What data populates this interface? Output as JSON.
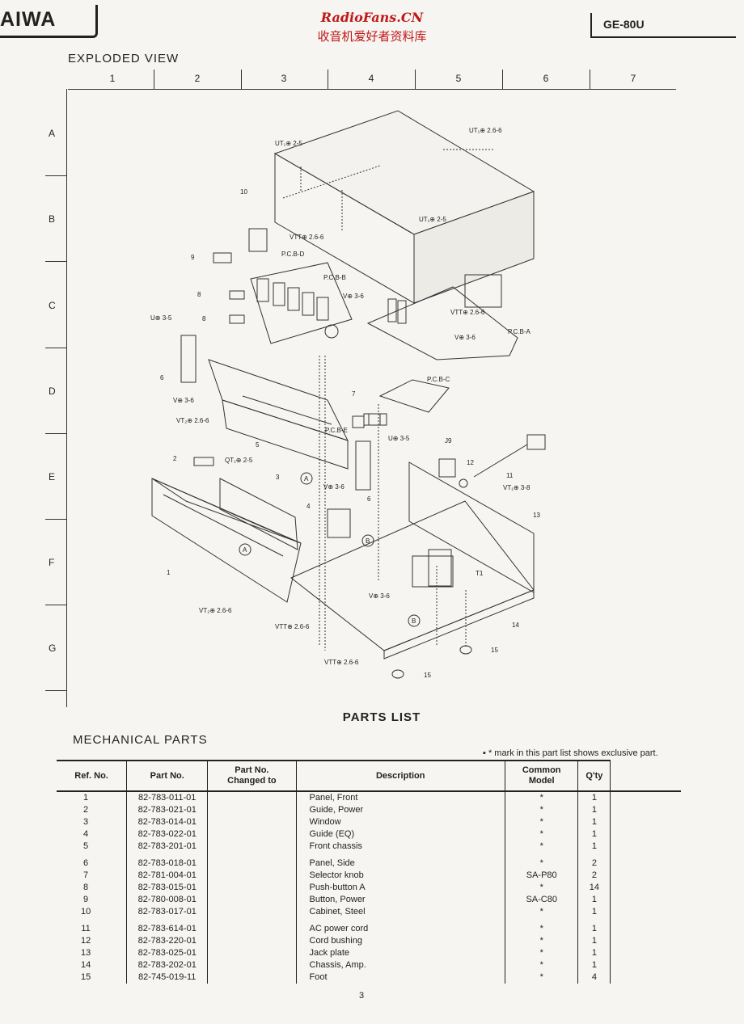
{
  "header": {
    "brand": "AIWA",
    "watermark_site": "RadioFans.CN",
    "watermark_cn": "收音机爱好者资料库",
    "model": "GE-80U"
  },
  "exploded_view": {
    "title": "EXPLODED VIEW",
    "columns": [
      "1",
      "2",
      "3",
      "4",
      "5",
      "6",
      "7"
    ],
    "rows": [
      "A",
      "B",
      "C",
      "D",
      "E",
      "F",
      "G"
    ],
    "callouts": {
      "ut_2_6_6": "UT₁⊕ 2.6-6",
      "ut_2_5_a": "UT₁⊕ 2-5",
      "ut_2_5_b": "UT₁⊕ 2-5",
      "vtt_2_6_6_a": "VTT⊕ 2.6-6",
      "vtt_2_6_6_b": "VTT⊕ 2.6-6",
      "vtt_2_6_6_c": "VTT⊕ 2.6-6",
      "vtt_2_6_6_d": "VTT⊕ 2.6-6",
      "pcb_d": "P.C.B-D",
      "pcb_b": "P.C.B-B",
      "pcb_a": "P.C.B-A",
      "pcb_c": "P.C.B-C",
      "pcb_e": "P.C.B-E",
      "v_3_6_a": "V⊕ 3-6",
      "v_3_6_b": "V⊕ 3-6",
      "v_3_6_c": "V⊕ 3-6",
      "v_3_6_d": "V⊕ 3-6",
      "v_3_6_e": "V⊕ 3-6",
      "u_3_5_a": "U⊕ 3-5",
      "u_3_5_b": "U⊕ 3-5",
      "vt2_2_6_6_a": "VT₂⊕ 2.6-6",
      "vt2_2_6_6_b": "VT₂⊕ 2.6-6",
      "qt_2_5": "QT₁⊕ 2-5",
      "vt_3_8": "VT₁⊕ 3-8",
      "j9": "J9",
      "t1": "T1",
      "arrow_a": "A",
      "arrow_b": "B",
      "n1": "1",
      "n2": "2",
      "n3": "3",
      "n4": "4",
      "n5": "5",
      "n6a": "6",
      "n6b": "6",
      "n7": "7",
      "n8a": "8",
      "n8b": "8",
      "n9": "9",
      "n10": "10",
      "n11": "11",
      "n12": "12",
      "n13": "13",
      "n14": "14",
      "n15a": "15",
      "n15b": "15"
    }
  },
  "parts_list": {
    "title": "PARTS LIST",
    "section": "MECHANICAL PARTS",
    "note": "▪ * mark in this part list shows exclusive part.",
    "headers": {
      "ref": "Ref. No.",
      "part": "Part No.",
      "changed": "Part No.\nChanged to",
      "desc": "Description",
      "common": "Common\nModel",
      "qty": "Q'ty"
    },
    "rows": [
      {
        "ref": "1",
        "part": "82-783-011-01",
        "desc": "Panel, Front",
        "common": "*",
        "qty": "1"
      },
      {
        "ref": "2",
        "part": "82-783-021-01",
        "desc": "Guide, Power",
        "common": "*",
        "qty": "1"
      },
      {
        "ref": "3",
        "part": "82-783-014-01",
        "desc": "Window",
        "common": "*",
        "qty": "1"
      },
      {
        "ref": "4",
        "part": "82-783-022-01",
        "desc": "Guide (EQ)",
        "common": "*",
        "qty": "1"
      },
      {
        "ref": "5",
        "part": "82-783-201-01",
        "desc": "Front chassis",
        "common": "*",
        "qty": "1"
      },
      {
        "ref": "6",
        "part": "82-783-018-01",
        "desc": "Panel, Side",
        "common": "*",
        "qty": "2"
      },
      {
        "ref": "7",
        "part": "82-781-004-01",
        "desc": "Selector knob",
        "common": "SA-P80",
        "qty": "2"
      },
      {
        "ref": "8",
        "part": "82-783-015-01",
        "desc": "Push-button A",
        "common": "*",
        "qty": "14"
      },
      {
        "ref": "9",
        "part": "82-780-008-01",
        "desc": "Button, Power",
        "common": "SA-C80",
        "qty": "1"
      },
      {
        "ref": "10",
        "part": "82-783-017-01",
        "desc": "Cabinet, Steel",
        "common": "*",
        "qty": "1"
      },
      {
        "ref": "11",
        "part": "82-783-614-01",
        "desc": "AC power cord",
        "common": "*",
        "qty": "1"
      },
      {
        "ref": "12",
        "part": "82-783-220-01",
        "desc": "Cord bushing",
        "common": "*",
        "qty": "1"
      },
      {
        "ref": "13",
        "part": "82-783-025-01",
        "desc": "Jack plate",
        "common": "*",
        "qty": "1"
      },
      {
        "ref": "14",
        "part": "82-783-202-01",
        "desc": "Chassis, Amp.",
        "common": "*",
        "qty": "1"
      },
      {
        "ref": "15",
        "part": "82-745-019-11",
        "desc": "Foot",
        "common": "*",
        "qty": "4"
      }
    ]
  },
  "page_number": "3"
}
